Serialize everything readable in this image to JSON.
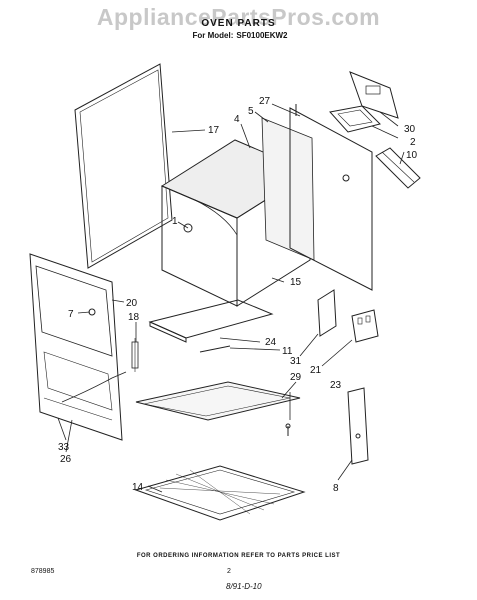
{
  "watermark": "AppliancePartsPros.com",
  "title": "OVEN PARTS",
  "model_label": "For Model:",
  "model_number": "SF0100EKW2",
  "callouts": {
    "c17": "17",
    "c4": "4",
    "c5": "5",
    "c27": "27",
    "c30": "30",
    "c2": "2",
    "c10": "10",
    "c1": "1",
    "c20": "20",
    "c7": "7",
    "c18": "18",
    "c15": "15",
    "c24": "24",
    "c11": "11",
    "c31": "31",
    "c21": "21",
    "c23": "23",
    "c29": "29",
    "c33": "33",
    "c26": "26",
    "c14": "14",
    "c8": "8"
  },
  "footer": {
    "ordering_note": "FOR ORDERING INFORMATION REFER TO PARTS PRICE LIST",
    "doc_number": "878985",
    "page_number": "2",
    "date_code": "8/91-D-10"
  }
}
